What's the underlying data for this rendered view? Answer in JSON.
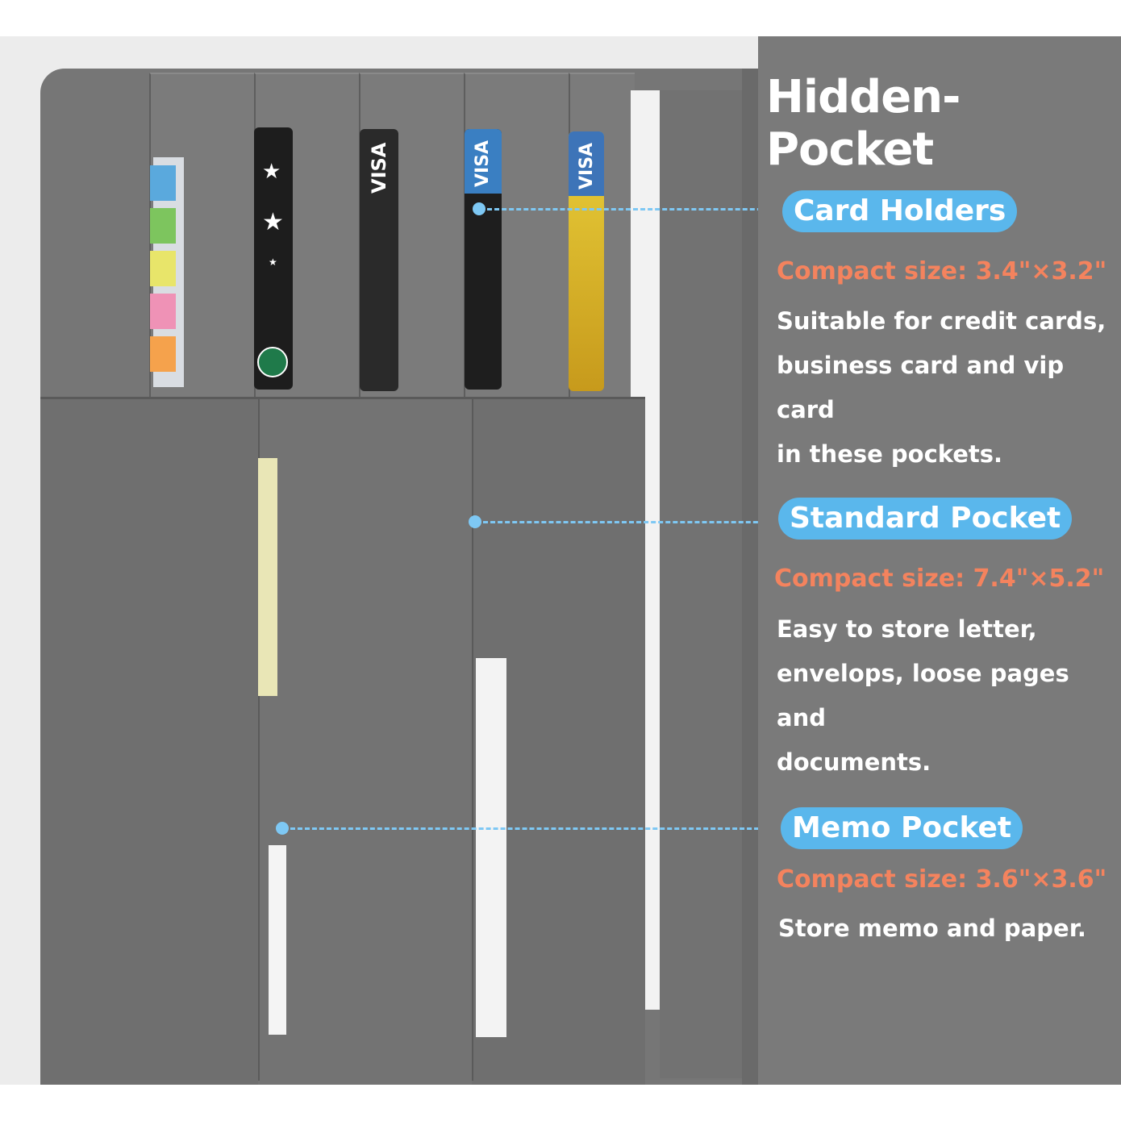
{
  "heading": "Hidden-Pocket",
  "sections": [
    {
      "label": "Card Holders",
      "size": "Compact size: 3.4\"×3.2\"",
      "description_lines": [
        "Suitable for credit cards,",
        "business card and vip card",
        "in these pockets."
      ]
    },
    {
      "label": "Standard Pocket",
      "size": "Compact size: 7.4\"×5.2\"",
      "description_lines": [
        "Easy to store letter,",
        "envelops, loose pages and",
        "documents."
      ]
    },
    {
      "label": "Memo Pocket",
      "size": "Compact size: 3.6\"×3.6\"",
      "description_lines": [
        "Store memo and paper."
      ]
    }
  ],
  "card_texts": [
    "VISA",
    "VISA",
    "VISA"
  ],
  "colors": {
    "panel_bg": "#7a7a7a",
    "pill_bg": "#5ab7ec",
    "size_text": "#f4835e",
    "callout": "#7ec8f4"
  }
}
